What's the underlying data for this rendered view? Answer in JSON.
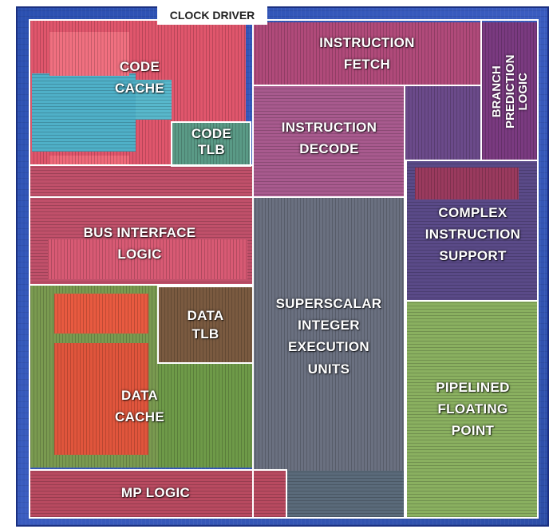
{
  "labels": {
    "clock_driver": "CLOCK DRIVER",
    "code_cache": "CODE\nCACHE",
    "code_tlb": "CODE\nTLB",
    "instruction_fetch": "INSTRUCTION\nFETCH",
    "branch_prediction": "BRANCH\nPREDICTION\nLOGIC",
    "instruction_decode": "INSTRUCTION\nDECODE",
    "bus_interface": "BUS INTERFACE\nLOGIC",
    "complex_instruction": "COMPLEX\nINSTRUCTION\nSUPPORT",
    "data_tlb": "DATA\nTLB",
    "superscalar": "SUPERSCALAR\nINTEGER\nEXECUTION\nUNITS",
    "data_cache": "DATA\nCACHE",
    "pipelined_fp": "PIPELINED\nFLOATING\nPOINT",
    "mp_logic": "MP LOGIC"
  }
}
